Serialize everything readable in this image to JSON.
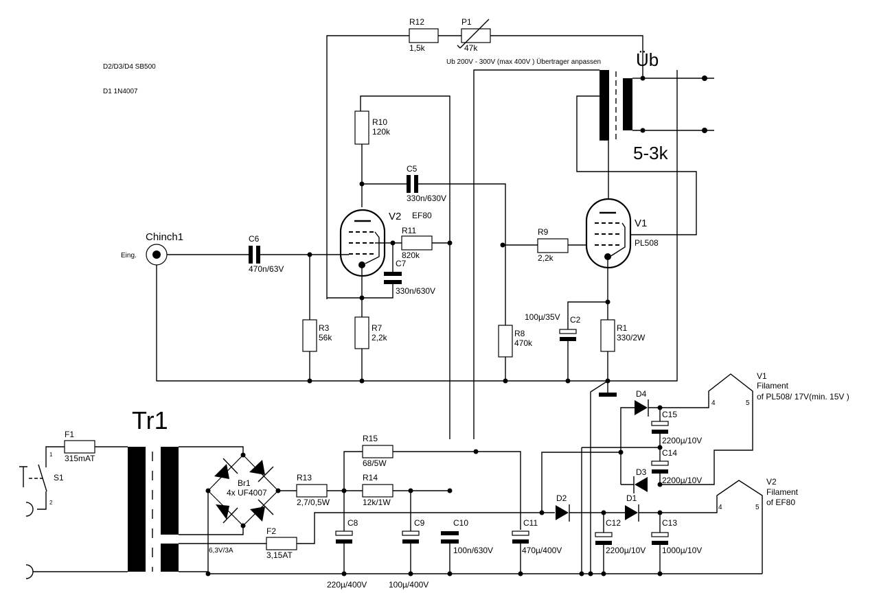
{
  "notes": {
    "diodes_schottky": "D2/D3/D4 SB500",
    "diode_d1": "D1 1N4007",
    "supply_note": "Ub 200V - 300V (max 400V ) Übertrager anpassen"
  },
  "output_transformer": {
    "label": "Üb",
    "impedance": "5-3k"
  },
  "mains_transformer": {
    "label": "Tr1",
    "secondary_note": "6,3V/3A"
  },
  "input": {
    "connector": "Chinch1",
    "label": "Eing."
  },
  "switch": {
    "ref": "S1",
    "pin1": "1",
    "pin2": "2"
  },
  "fuses": [
    {
      "ref": "F1",
      "value": "315mAT"
    },
    {
      "ref": "F2",
      "value": "3,15AT"
    }
  ],
  "bridge": {
    "ref": "Br1",
    "value": "4x UF4007"
  },
  "tubes": [
    {
      "ref": "V2",
      "type": "EF80"
    },
    {
      "ref": "V1",
      "type": "PL508"
    }
  ],
  "resistors": [
    {
      "ref": "R12",
      "value": "1,5k"
    },
    {
      "ref": "P1",
      "value": "47k"
    },
    {
      "ref": "R10",
      "value": "120k"
    },
    {
      "ref": "R11",
      "value": "820k"
    },
    {
      "ref": "R7",
      "value": "2,2k"
    },
    {
      "ref": "R3",
      "value": "56k"
    },
    {
      "ref": "R9",
      "value": "2,2k"
    },
    {
      "ref": "R8",
      "value": "470k"
    },
    {
      "ref": "R1",
      "value": "330/2W"
    },
    {
      "ref": "R15",
      "value": "68/5W"
    },
    {
      "ref": "R13",
      "value": "2,7/0,5W"
    },
    {
      "ref": "R14",
      "value": "12k/1W"
    }
  ],
  "capacitors": [
    {
      "ref": "C5",
      "value": "330n/630V"
    },
    {
      "ref": "C6",
      "value": "470n/63V"
    },
    {
      "ref": "C7",
      "value": "330n/630V"
    },
    {
      "ref": "C2",
      "value": "100µ/35V"
    },
    {
      "ref": "C8",
      "value": "220µ/400V"
    },
    {
      "ref": "C9",
      "value": "100µ/400V"
    },
    {
      "ref": "C10",
      "value": "100n/630V"
    },
    {
      "ref": "C11",
      "value": "470µ/400V"
    },
    {
      "ref": "C12",
      "value": "2200µ/10V"
    },
    {
      "ref": "C13",
      "value": "1000µ/10V"
    },
    {
      "ref": "C14",
      "value": "2200µ/10V"
    },
    {
      "ref": "C15",
      "value": "2200µ/10V"
    }
  ],
  "diodes": [
    {
      "ref": "D1"
    },
    {
      "ref": "D2"
    },
    {
      "ref": "D3"
    },
    {
      "ref": "D4"
    }
  ],
  "filaments": [
    {
      "tube": "V1",
      "line1": "Filament",
      "line2": "of PL508/ 17V(min. 15V )",
      "pin_a": "4",
      "pin_b": "5"
    },
    {
      "tube": "V2",
      "line1": "Filament",
      "line2": "of EF80",
      "pin_a": "4",
      "pin_b": "5"
    }
  ]
}
